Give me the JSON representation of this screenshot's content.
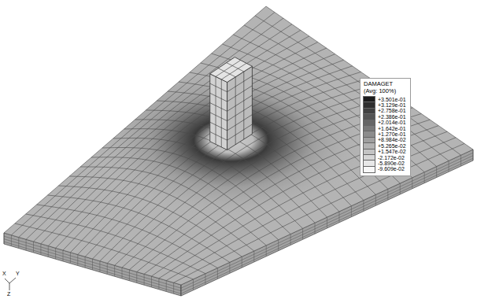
{
  "diagram": {
    "labels": [
      "DAMAGET",
      "(Avg: 100%)",
      "X",
      "Y",
      "Z"
    ],
    "legend": [
      {
        "text": "+3.501e-01",
        "color": "#1c1c1c"
      },
      {
        "text": "+3.129e-01",
        "color": "#2e2e2e"
      },
      {
        "text": "+2.758e-01",
        "color": "#404040"
      },
      {
        "text": "+2.386e-01",
        "color": "#535353"
      },
      {
        "text": "+2.014e-01",
        "color": "#666666"
      },
      {
        "text": "+1.642e-01",
        "color": "#797979"
      },
      {
        "text": "+1.270e-01",
        "color": "#8c8c8c"
      },
      {
        "text": "+8.984e-02",
        "color": "#9f9f9f"
      },
      {
        "text": "+5.265e-02",
        "color": "#b2b2b2"
      },
      {
        "text": "+1.547e-02",
        "color": "#c4c4c4"
      },
      {
        "text": "-2.172e-02",
        "color": "#d6d6d6"
      },
      {
        "text": "-5.890e-02",
        "color": "#e8e8e8"
      },
      {
        "text": "-9.609e-02",
        "color": "#f8f8f8"
      }
    ]
  }
}
